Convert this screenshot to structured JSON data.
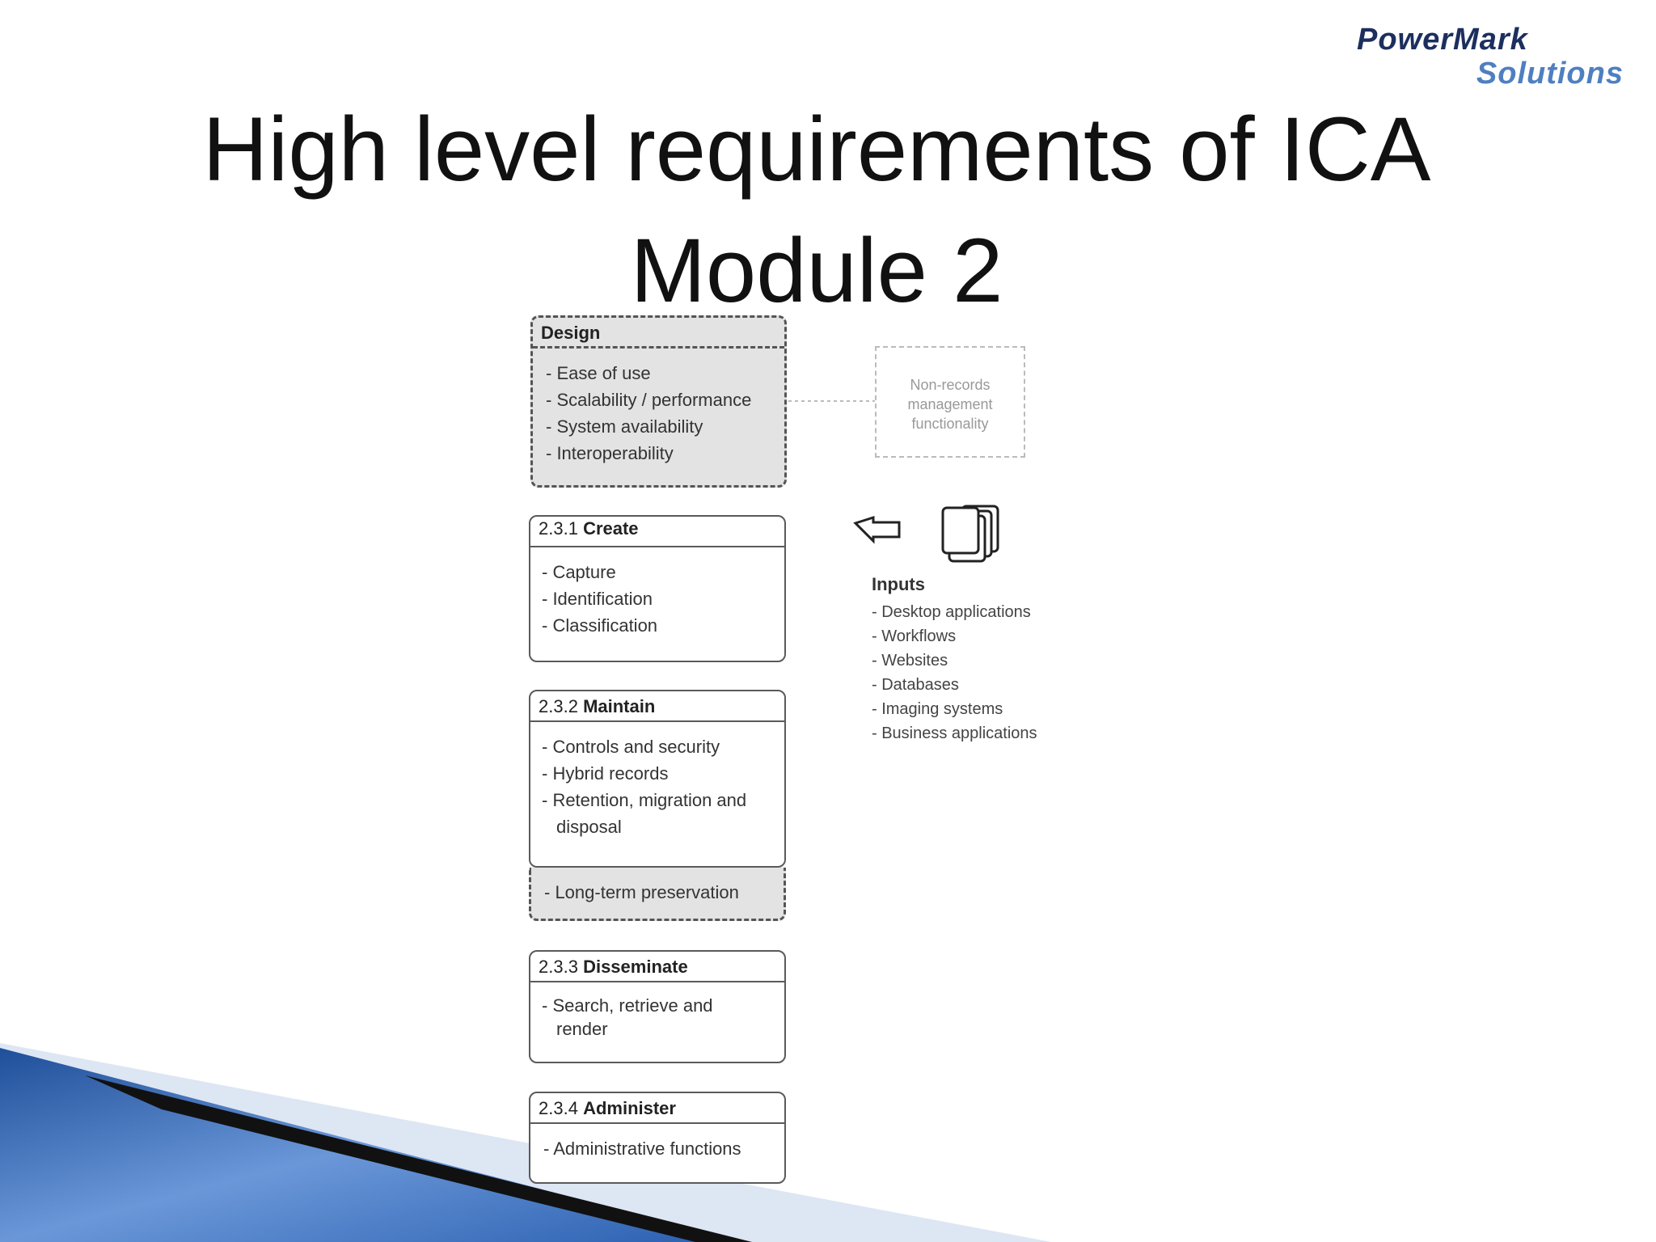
{
  "slide": {
    "title_line1": "High level requirements of ICA",
    "title_line2": "Module 2"
  },
  "logo": {
    "line1": "PowerMark",
    "line2": "Solutions",
    "colors": {
      "dark": "#1c2f5e",
      "light": "#4f7fc0"
    }
  },
  "diagram": {
    "design": {
      "header": "Design",
      "items": [
        "- Ease of use",
        "- Scalability / performance",
        "- System availability",
        "- Interoperability"
      ]
    },
    "non_records": {
      "line1": "Non-records",
      "line2": "management",
      "line3": "functionality"
    },
    "create": {
      "number": "2.3.1",
      "name": "Create",
      "items": [
        "- Capture",
        "- Identification",
        "- Classification"
      ]
    },
    "maintain": {
      "number": "2.3.2",
      "name": "Maintain",
      "items": [
        "- Controls and security",
        "- Hybrid records",
        "- Retention, migration and",
        "disposal"
      ]
    },
    "preservation": {
      "item": "- Long-term preservation"
    },
    "disseminate": {
      "number": "2.3.3",
      "name": "Disseminate",
      "items": [
        "- Search, retrieve and",
        "render"
      ]
    },
    "administer": {
      "number": "2.3.4",
      "name": "Administer",
      "items": [
        "- Administrative functions"
      ]
    },
    "inputs": {
      "header": "Inputs",
      "items": [
        "- Desktop applications",
        "- Workflows",
        "- Websites",
        "- Databases",
        "- Imaging systems",
        "- Business applications"
      ]
    }
  },
  "icons": [
    "arrow-left-icon",
    "documents-stack-icon"
  ]
}
